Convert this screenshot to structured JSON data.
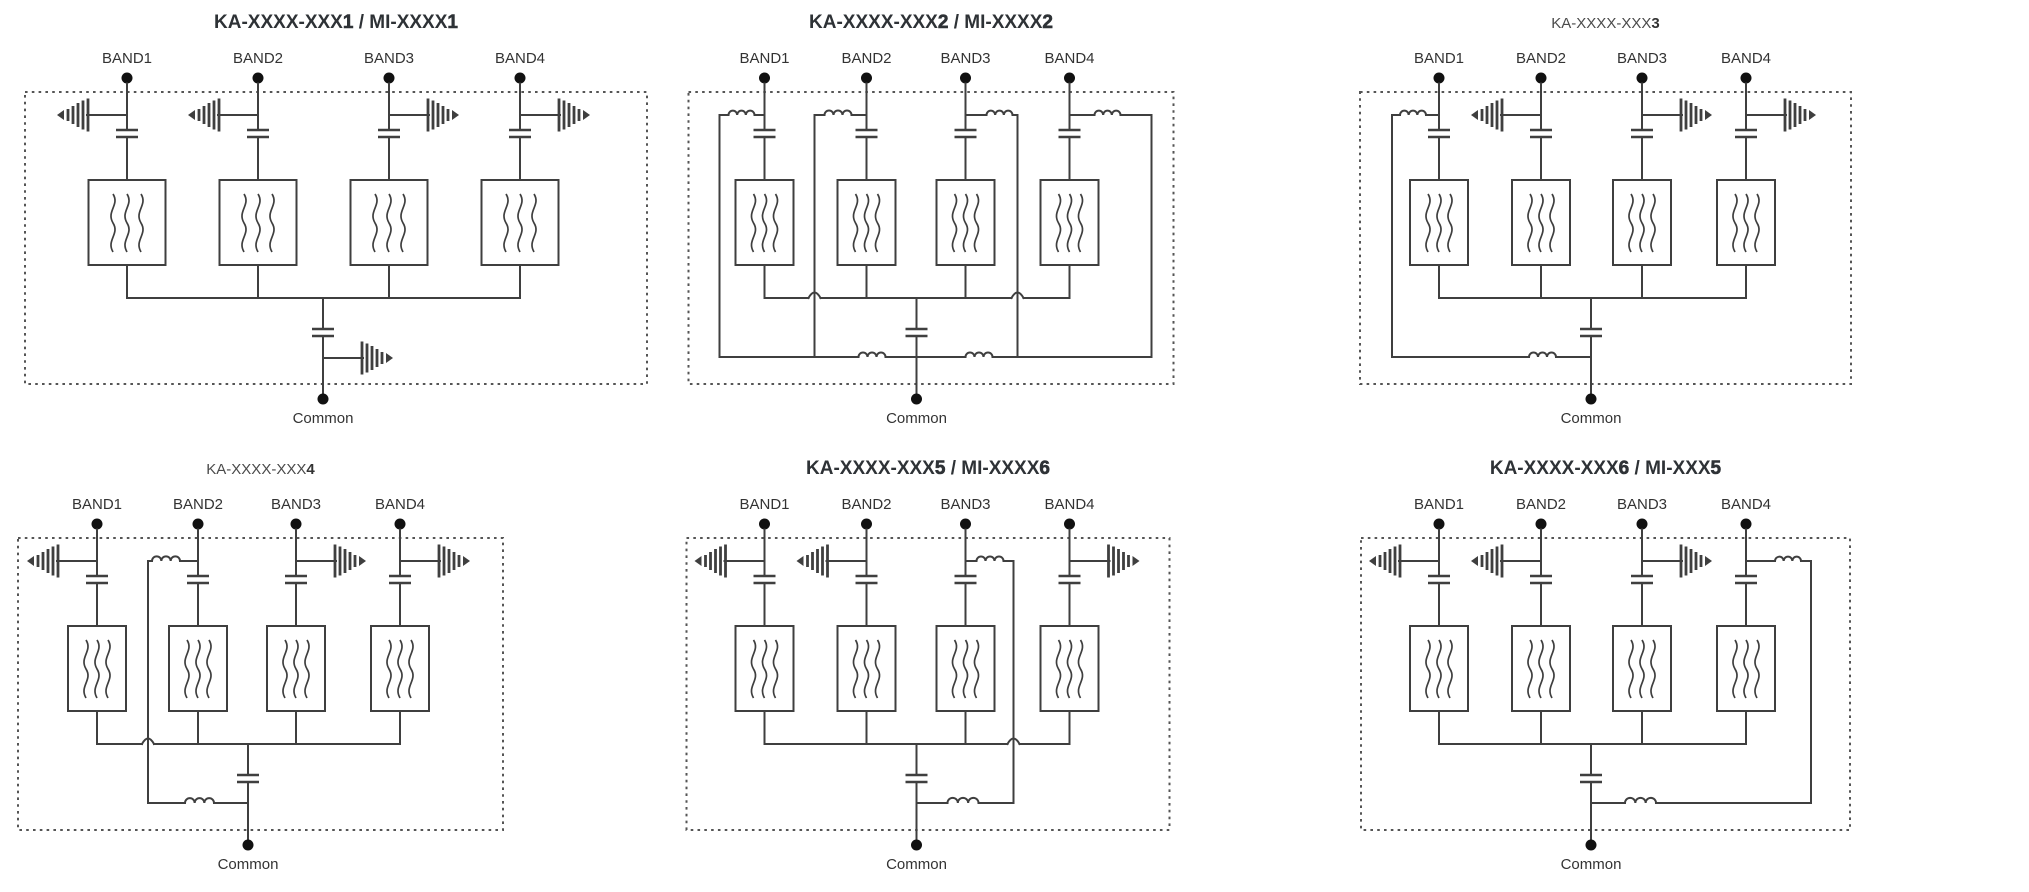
{
  "sheet": {
    "background": "#ffffff",
    "line_color": "#3f3f3f",
    "text_color": "#333333",
    "title_color": "#2e3236",
    "layout": "2x3-grid-of-quadplexer-schematics"
  },
  "diagrams": [
    {
      "name": "quadplexer-1",
      "title": {
        "model_prefix": "KA-XXXX-XXX",
        "model_digit": "1",
        "separator": " / ",
        "alt_prefix": "MI-XXXX",
        "alt_digit": "1",
        "size": "large"
      },
      "bands": [
        {
          "label": "BAND1",
          "element": "arrow-left"
        },
        {
          "label": "BAND2",
          "element": "arrow-left"
        },
        {
          "label": "BAND3",
          "element": "arrow-right"
        },
        {
          "label": "BAND4",
          "element": "arrow-right"
        }
      ],
      "common": {
        "label": "Common",
        "element": "matching-arrow-right"
      }
    },
    {
      "name": "quadplexer-2",
      "title": {
        "model_prefix": "KA-XXXX-XXX",
        "model_digit": "2",
        "separator": " / ",
        "alt_prefix": "MI-XXXX",
        "alt_digit": "2",
        "size": "large"
      },
      "bands": [
        {
          "label": "BAND1",
          "element": "inductor-left"
        },
        {
          "label": "BAND2",
          "element": "inductor-left"
        },
        {
          "label": "BAND3",
          "element": "inductor-right"
        },
        {
          "label": "BAND4",
          "element": "inductor-right"
        }
      ],
      "common": {
        "label": "Common",
        "element": "inductor-bridge-left-and-right"
      }
    },
    {
      "name": "quadplexer-3",
      "title": {
        "model_prefix": "KA-XXXX-XXX",
        "model_digit": "3",
        "separator": "",
        "alt_prefix": "",
        "alt_digit": "",
        "size": "small"
      },
      "bands": [
        {
          "label": "BAND1",
          "element": "inductor-left"
        },
        {
          "label": "BAND2",
          "element": "arrow-left"
        },
        {
          "label": "BAND3",
          "element": "arrow-right"
        },
        {
          "label": "BAND4",
          "element": "arrow-right"
        }
      ],
      "common": {
        "label": "Common",
        "element": "inductor-bridge-to-band1"
      }
    },
    {
      "name": "quadplexer-4",
      "title": {
        "model_prefix": "KA-XXXX-XXX",
        "model_digit": "4",
        "separator": "",
        "alt_prefix": "",
        "alt_digit": "",
        "size": "small"
      },
      "bands": [
        {
          "label": "BAND1",
          "element": "arrow-left"
        },
        {
          "label": "BAND2",
          "element": "inductor-left"
        },
        {
          "label": "BAND3",
          "element": "arrow-right"
        },
        {
          "label": "BAND4",
          "element": "arrow-right"
        }
      ],
      "common": {
        "label": "Common",
        "element": "inductor-bridge-to-band2"
      }
    },
    {
      "name": "quadplexer-5",
      "title": {
        "model_prefix": "KA-XXXX-XXX",
        "model_digit": "5",
        "separator": " / ",
        "alt_prefix": "MI-XXXX",
        "alt_digit": "6",
        "size": "large"
      },
      "bands": [
        {
          "label": "BAND1",
          "element": "arrow-left"
        },
        {
          "label": "BAND2",
          "element": "arrow-left"
        },
        {
          "label": "BAND3",
          "element": "inductor-right"
        },
        {
          "label": "BAND4",
          "element": "arrow-right"
        }
      ],
      "common": {
        "label": "Common",
        "element": "inductor-bridge-to-band3"
      }
    },
    {
      "name": "quadplexer-6",
      "title": {
        "model_prefix": "KA-XXXX-XXX",
        "model_digit": "6",
        "separator": " / ",
        "alt_prefix": "MI-XXX",
        "alt_digit": "5",
        "size": "large"
      },
      "bands": [
        {
          "label": "BAND1",
          "element": "arrow-left"
        },
        {
          "label": "BAND2",
          "element": "arrow-left"
        },
        {
          "label": "BAND3",
          "element": "arrow-right"
        },
        {
          "label": "BAND4",
          "element": "inductor-right"
        }
      ],
      "common": {
        "label": "Common",
        "element": "inductor-bridge-to-band4"
      }
    }
  ]
}
